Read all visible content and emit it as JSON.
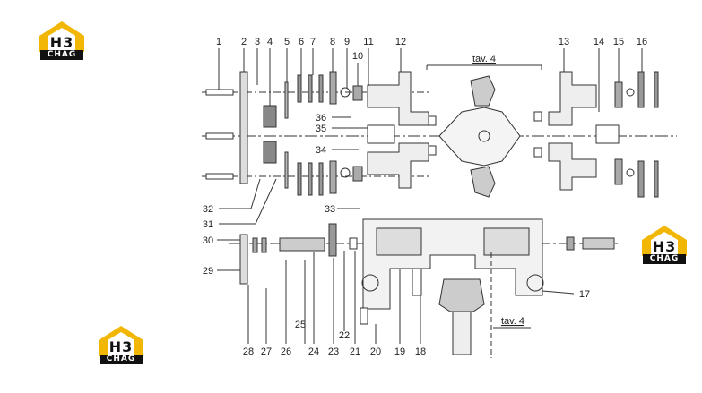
{
  "logo": {
    "mark": "H3",
    "text": "CHAG",
    "color_primary": "#f2b705",
    "color_dark": "#111111"
  },
  "diagram": {
    "parts_top": [
      "1",
      "2",
      "3",
      "4",
      "5",
      "6",
      "7",
      "8",
      "9",
      "11",
      "10",
      "12",
      "13",
      "14",
      "15",
      "16"
    ],
    "parts_top_left": [
      "36",
      "35",
      "34",
      "32",
      "31"
    ],
    "parts_bottom": [
      "33",
      "30",
      "29",
      "28",
      "27",
      "26",
      "25",
      "24",
      "23",
      "22",
      "21",
      "20",
      "19",
      "18",
      "17"
    ],
    "ref_top": "tav. 4",
    "ref_bottom": "tav. 4"
  }
}
